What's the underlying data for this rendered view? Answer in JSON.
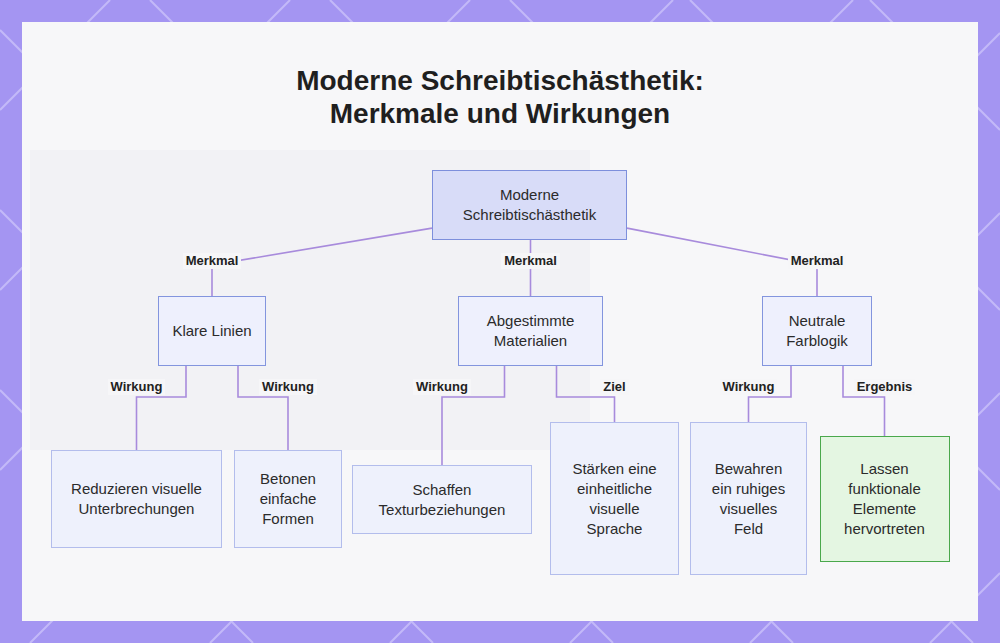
{
  "diagram": {
    "title": "Moderne Schreibtischästhetik: Merkmale und Wirkungen",
    "nodes": [
      {
        "text": [
          "Moderne Schreibtischästhetik"
        ]
      },
      {
        "text": [
          "Klare Linien"
        ]
      },
      {
        "text": [
          "Abgestimmte Materialien"
        ]
      },
      {
        "text": [
          "Neutrale Farblogik"
        ]
      },
      {
        "text": [
          "Reduzieren visuelle Unterbrechungen"
        ]
      },
      {
        "text": [
          "Betonen einfache Formen"
        ]
      },
      {
        "text": [
          "Schaffen Texturbeziehungen"
        ]
      },
      {
        "text": [
          "Stärken eine einheitliche visuelle Sprache"
        ]
      },
      {
        "text": [
          "Bewahren ein ruhiges visuelles Feld"
        ]
      },
      {
        "text": [
          "Lassen funktionale Elemente hervortreten"
        ]
      }
    ],
    "edges": [
      {
        "from": 0,
        "to": 1,
        "label": "Merkmal",
        "arrow": "none"
      },
      {
        "from": 0,
        "to": 2,
        "label": "Merkmal",
        "arrow": "none"
      },
      {
        "from": 0,
        "to": 3,
        "label": "Merkmal",
        "arrow": "none"
      },
      {
        "from": 1,
        "to": 4,
        "label": "Wirkung",
        "arrow": "none"
      },
      {
        "from": 1,
        "to": 5,
        "label": "Wirkung",
        "arrow": "none"
      },
      {
        "from": 2,
        "to": 6,
        "label": "Wirkung",
        "arrow": "none"
      },
      {
        "from": 2,
        "to": 7,
        "label": "Ziel",
        "arrow": "none"
      },
      {
        "from": 3,
        "to": 8,
        "label": "Wirkung",
        "arrow": "none"
      },
      {
        "from": 3,
        "to": 9,
        "label": "Ergebnis",
        "arrow": "none"
      }
    ]
  }
}
